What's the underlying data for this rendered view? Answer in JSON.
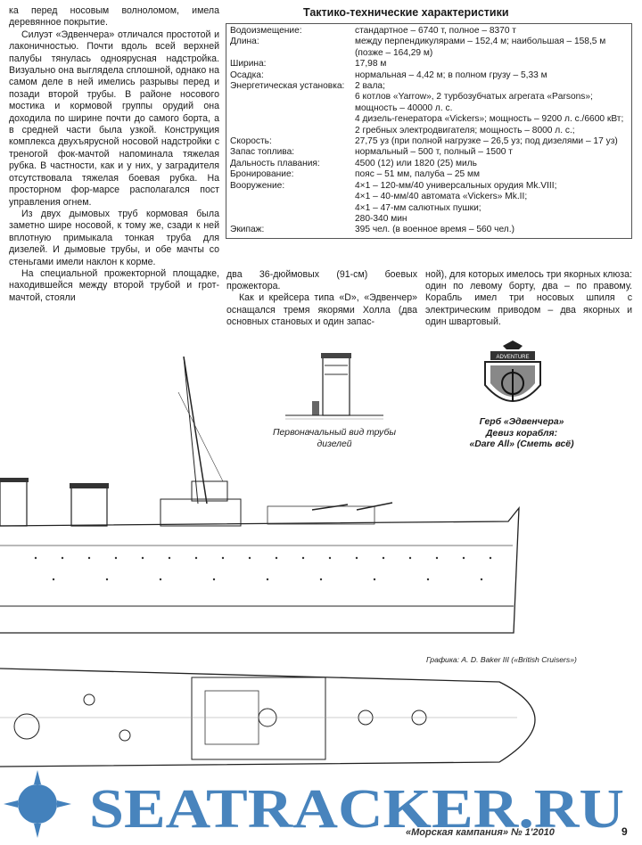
{
  "left_column": {
    "paragraphs": [
      "ка перед носовым волноломом, имела деревянное покрытие.",
      "Силуэт «Эдвенчера» отличался простотой и лаконичностью. Почти вдоль всей верхней палубы тянулась одноярусная надстройка. Визуально она выглядела сплошной, однако на самом деле в ней имелись разрывы перед и позади второй трубы. В районе носового мостика и кормовой группы орудий она доходила по ширине почти до самого борта, а в средней части была узкой. Конструкция комплекса двухъярусной носовой надстройки с треногой фок-мачтой напоминала тяжелая рубка. В частности, как и у них, у заградителя отсутствовала тяжелая боевая рубка. На просторном фор-марсе располагался пост управления огнем.",
      "Из двух дымовых труб кормовая была заметно шире носовой, к тому же, сзади к ней вплотную примыкала тонкая труба для дизелей. И дымовые трубы, и обе мачты со стеньгами имели наклон к корме.",
      "На специальной прожекторной площадке, находившейся между второй трубой и грот-мачтой, стояли"
    ]
  },
  "spec": {
    "title": "Тактико-технические характеристики",
    "rows": [
      {
        "k": "Водоизмещение:",
        "v": "стандартное – 6740 т, полное – 8370 т"
      },
      {
        "k": "Длина:",
        "v": "между перпендикулярами – 152,4 м; наибольшая – 158,5 м (позже – 164,29 м)"
      },
      {
        "k": "Ширина:",
        "v": "17,98 м"
      },
      {
        "k": "Осадка:",
        "v": "нормальная – 4,42 м; в полном грузу – 5,33 м"
      },
      {
        "k": "Энергетическая установка:",
        "v": "2 вала;"
      },
      {
        "k": "",
        "v": "6 котлов «Yarrow», 2 турбозубчатых агрегата «Parsons»; мощность – 40000 л. с."
      },
      {
        "k": "",
        "v": "4 дизель-генератора «Vickers»; мощность – 9200 л. с./6600 кВт;"
      },
      {
        "k": "",
        "v": "2 гребных электродвигателя; мощность – 8000 л. с.;"
      },
      {
        "k": "Скорость:",
        "v": "27,75 уз (при полной нагрузке – 26,5 уз; под дизелями – 17 уз)"
      },
      {
        "k": "Запас топлива:",
        "v": "нормальный – 500 т, полный – 1500 т"
      },
      {
        "k": "Дальность плавания:",
        "v": "4500 (12) или 1820 (25) миль"
      },
      {
        "k": "Бронирование:",
        "v": "пояс – 51 мм, палуба – 25 мм"
      },
      {
        "k": "Вооружение:",
        "v": "4×1 – 120-мм/40 универсальных орудия Mk.VIII;"
      },
      {
        "k": "",
        "v": "4×1 – 40-мм/40 автомата «Vickers» Mk.II;"
      },
      {
        "k": "",
        "v": "4×1 – 47-мм салютных пушки;"
      },
      {
        "k": "",
        "v": "280-340 мин"
      },
      {
        "k": "Экипаж:",
        "v": "395 чел. (в военное время – 560 чел.)"
      }
    ]
  },
  "middle_text": {
    "paragraphs": [
      "два 36-дюймовых (91-см) боевых прожектора.",
      "Как и крейсера типа «D», «Эдвенчер» оснащался тремя якорями Холла (два основных становых и один запас-"
    ]
  },
  "right_text": {
    "paragraphs": [
      "ной), для которых имелось три якорных клюза: один по левому борту, два – по правому. Корабль имел три носовых шпиля с электрическим приводом – два якорных и один швартовый."
    ]
  },
  "captions": {
    "funnel": "Первоначальный вид трубы дизелей",
    "crest_line1": "Герб «Эдвенчера»",
    "crest_line2": "Девиз корабля:",
    "crest_line3": "«Dare All» (Сметь всё)",
    "crest_ribbon": "ADVENTURE"
  },
  "credit": "Графика: A. D. Baker III («British Cruisers»)",
  "watermark": "SEATRACKER.RU",
  "footer": {
    "magazine": "«Морская кампания» № 1'2010",
    "page": "9"
  }
}
